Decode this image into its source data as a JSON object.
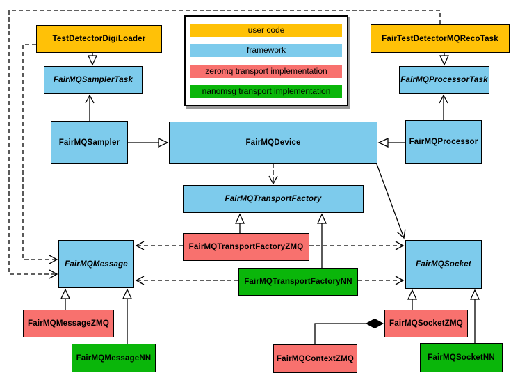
{
  "legend": {
    "items": [
      {
        "label": "user code",
        "color": "#FFC107",
        "category": "user-code"
      },
      {
        "label": "framework",
        "color": "#7DCBEC",
        "category": "framework"
      },
      {
        "label": "zeromq transport implementation",
        "color": "#F8716E",
        "category": "zeromq"
      },
      {
        "label": "nanomsg transport implementation",
        "color": "#0AB60A",
        "category": "nanomsg"
      }
    ]
  },
  "nodes": {
    "digiloader": {
      "label": "TestDetectorDigiLoader",
      "category": "user-code",
      "abstract": false
    },
    "recotask": {
      "label": "FairTestDetectorMQRecoTask",
      "category": "user-code",
      "abstract": false
    },
    "samplertask": {
      "label": "FairMQSamplerTask",
      "category": "framework",
      "abstract": true
    },
    "processortask": {
      "label": "FairMQProcessorTask",
      "category": "framework",
      "abstract": true
    },
    "sampler": {
      "label": "FairMQSampler",
      "category": "framework",
      "abstract": false
    },
    "device": {
      "label": "FairMQDevice",
      "category": "framework",
      "abstract": false
    },
    "processor": {
      "label": "FairMQProcessor",
      "category": "framework",
      "abstract": false
    },
    "factory": {
      "label": "FairMQTransportFactory",
      "category": "framework",
      "abstract": true
    },
    "factoryzmq": {
      "label": "FairMQTransportFactoryZMQ",
      "category": "zeromq",
      "abstract": false
    },
    "factorynn": {
      "label": "FairMQTransportFactoryNN",
      "category": "nanomsg",
      "abstract": false
    },
    "message": {
      "label": "FairMQMessage",
      "category": "framework",
      "abstract": true
    },
    "socket": {
      "label": "FairMQSocket",
      "category": "framework",
      "abstract": true
    },
    "messagezmq": {
      "label": "FairMQMessageZMQ",
      "category": "zeromq",
      "abstract": false
    },
    "messagenn": {
      "label": "FairMQMessageNN",
      "category": "nanomsg",
      "abstract": false
    },
    "socketzmq": {
      "label": "FairMQSocketZMQ",
      "category": "zeromq",
      "abstract": false
    },
    "contextzmq": {
      "label": "FairMQContextZMQ",
      "category": "zeromq",
      "abstract": false
    },
    "socketnn": {
      "label": "FairMQSocketNN",
      "category": "nanomsg",
      "abstract": false
    }
  },
  "edges": [
    {
      "from": "TestDetectorDigiLoader",
      "to": "FairMQSamplerTask",
      "type": "inheritance",
      "style": "solid"
    },
    {
      "from": "FairTestDetectorMQRecoTask",
      "to": "FairMQProcessorTask",
      "type": "inheritance",
      "style": "solid"
    },
    {
      "from": "FairMQSampler",
      "to": "FairMQSamplerTask",
      "type": "association",
      "style": "solid"
    },
    {
      "from": "FairMQProcessor",
      "to": "FairMQProcessorTask",
      "type": "association",
      "style": "solid"
    },
    {
      "from": "FairMQSampler",
      "to": "FairMQDevice",
      "type": "inheritance",
      "style": "solid"
    },
    {
      "from": "FairMQProcessor",
      "to": "FairMQDevice",
      "type": "inheritance",
      "style": "solid"
    },
    {
      "from": "FairMQDevice",
      "to": "FairMQTransportFactory",
      "type": "dependency",
      "style": "dashed"
    },
    {
      "from": "FairMQDevice",
      "to": "FairMQSocket",
      "type": "association",
      "style": "solid"
    },
    {
      "from": "FairMQTransportFactoryZMQ",
      "to": "FairMQTransportFactory",
      "type": "inheritance",
      "style": "solid"
    },
    {
      "from": "FairMQTransportFactoryNN",
      "to": "FairMQTransportFactory",
      "type": "inheritance",
      "style": "solid"
    },
    {
      "from": "FairMQTransportFactoryZMQ",
      "to": "FairMQMessage",
      "type": "dependency",
      "style": "dashed"
    },
    {
      "from": "FairMQTransportFactoryZMQ",
      "to": "FairMQSocket",
      "type": "dependency",
      "style": "dashed"
    },
    {
      "from": "FairMQTransportFactoryNN",
      "to": "FairMQMessage",
      "type": "dependency",
      "style": "dashed"
    },
    {
      "from": "FairMQTransportFactoryNN",
      "to": "FairMQSocket",
      "type": "dependency",
      "style": "dashed"
    },
    {
      "from": "TestDetectorDigiLoader",
      "to": "FairMQMessage",
      "type": "dependency",
      "style": "dashed"
    },
    {
      "from": "FairTestDetectorMQRecoTask",
      "to": "FairMQMessage",
      "type": "dependency",
      "style": "dashed"
    },
    {
      "from": "FairMQMessageZMQ",
      "to": "FairMQMessage",
      "type": "inheritance",
      "style": "solid"
    },
    {
      "from": "FairMQMessageNN",
      "to": "FairMQMessage",
      "type": "inheritance",
      "style": "solid"
    },
    {
      "from": "FairMQSocketZMQ",
      "to": "FairMQSocket",
      "type": "inheritance",
      "style": "solid"
    },
    {
      "from": "FairMQSocketNN",
      "to": "FairMQSocket",
      "type": "inheritance",
      "style": "solid"
    },
    {
      "from": "FairMQContextZMQ",
      "to": "FairMQSocketZMQ",
      "type": "composition",
      "style": "solid"
    }
  ],
  "colors": {
    "user_code": "#FFC107",
    "framework": "#7DCBEC",
    "zeromq": "#F8716E",
    "nanomsg": "#0AB60A",
    "edge": "#000000",
    "legend_shadow": "#999999"
  }
}
